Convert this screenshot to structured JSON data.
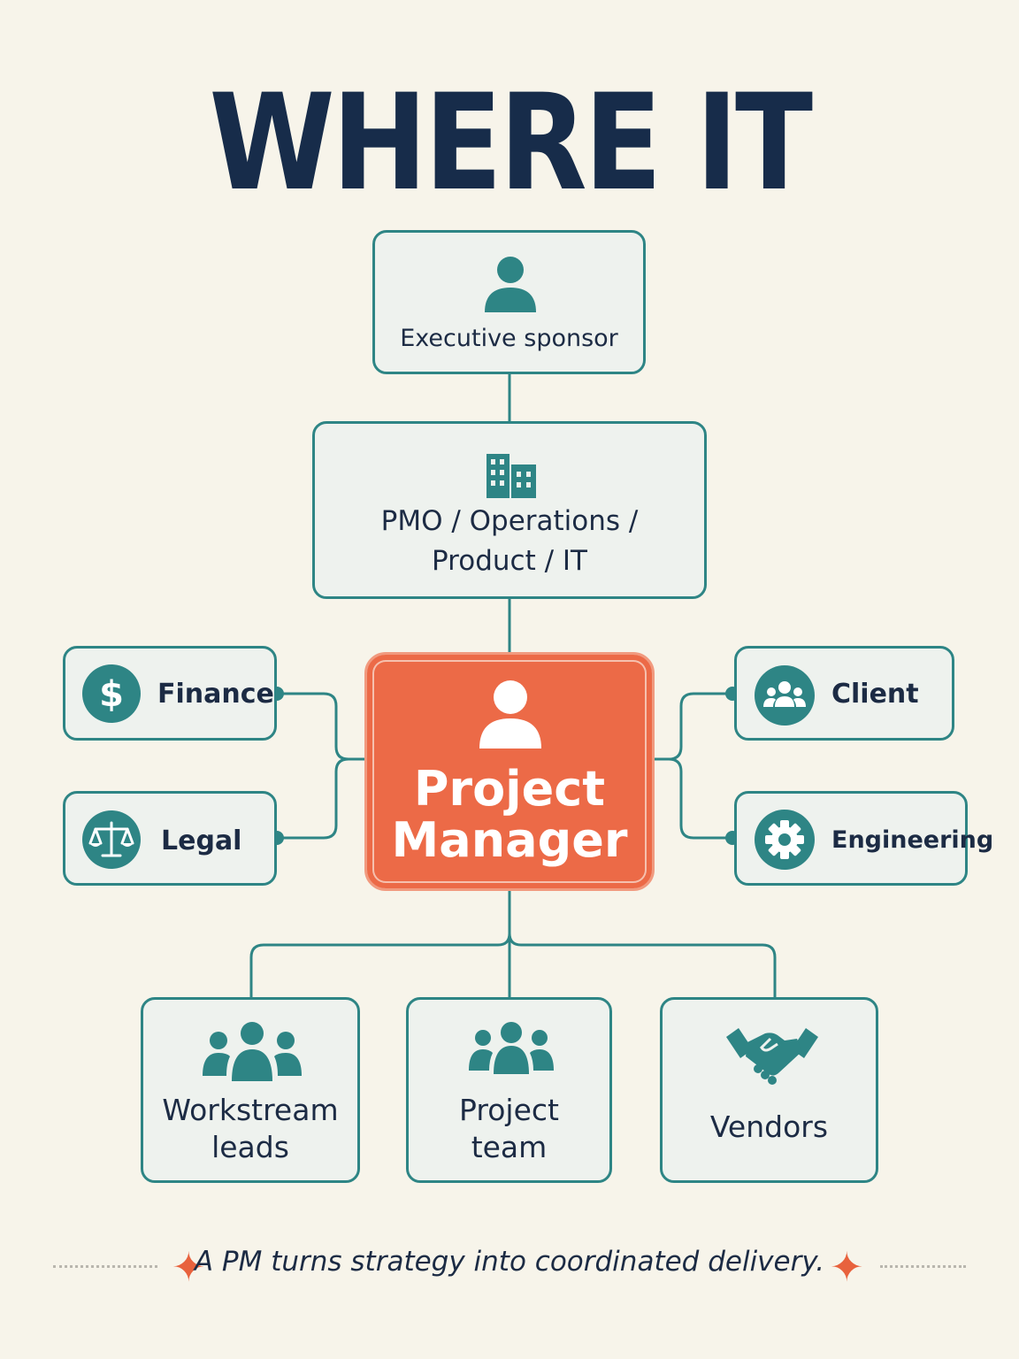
{
  "title": "WHERE IT SITS",
  "colors": {
    "navy": "#172c4a",
    "teal": "#2e8585",
    "orange": "#ec6a47",
    "background": "#f7f4ea"
  },
  "nodes": {
    "executive_sponsor": {
      "label": "Executive sponsor",
      "icon": "person-icon"
    },
    "pmo": {
      "label_line1": "PMO / Operations /",
      "label_line2": "Product / IT",
      "icon": "buildings-icon"
    },
    "project_manager": {
      "label_line1": "Project",
      "label_line2": "Manager",
      "icon": "person-icon"
    },
    "finance": {
      "label": "Finance",
      "icon": "dollar-icon"
    },
    "legal": {
      "label": "Legal",
      "icon": "scales-icon"
    },
    "client": {
      "label": "Client",
      "icon": "group-icon"
    },
    "engineering": {
      "label": "Engineering",
      "icon": "gear-icon"
    },
    "workstream_leads": {
      "label_line1": "Workstream",
      "label_line2": "leads",
      "icon": "team-icon"
    },
    "project_team": {
      "label_line1": "Project",
      "label_line2": "team",
      "icon": "team-icon"
    },
    "vendors": {
      "label": "Vendors",
      "icon": "handshake-icon"
    }
  },
  "tagline": "A PM turns strategy into coordinated delivery."
}
